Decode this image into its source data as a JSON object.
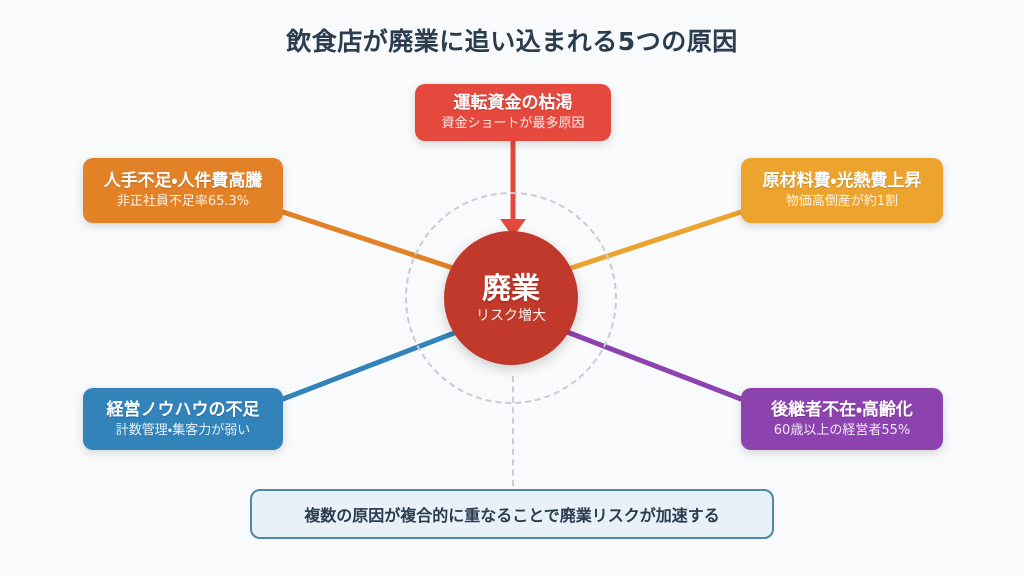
{
  "title": "飲食店が廃業に追い込まれる5つの原因",
  "center": {
    "title": "廃業",
    "subtitle": "リスク増大",
    "color": "#c0392b"
  },
  "causes": [
    {
      "id": "working-capital",
      "label": "運転資金の枯渇",
      "detail": "資金ショートが最多原因",
      "color": "#e5493d",
      "position": "top"
    },
    {
      "id": "labor-shortage",
      "label": "人手不足・人件費高騰",
      "detail": "非正社員不足率65.3%",
      "color": "#e28125",
      "position": "top-left"
    },
    {
      "id": "material-costs",
      "label": "原材料費・光熱費上昇",
      "detail": "物価高倒産が約1割",
      "color": "#eca42e",
      "position": "top-right"
    },
    {
      "id": "knowhow-lack",
      "label": "経営ノウハウの不足",
      "detail": "計数管理・集客力が弱い",
      "color": "#3183ba",
      "position": "bottom-left"
    },
    {
      "id": "no-successor",
      "label": "後継者不在・高齢化",
      "detail": "60歳以上の経営者55%",
      "color": "#8d43af",
      "position": "bottom-right"
    }
  ],
  "footer": {
    "note": "複数の原因が複合的に重なることで廃業リスクが加速する"
  },
  "colors": {
    "background": "#f8fafb",
    "title_text": "#2b3c4f",
    "guide_dash": "#c9cdd1",
    "footer_bg": "#e8f1f8",
    "footer_border": "#4e86ac"
  }
}
